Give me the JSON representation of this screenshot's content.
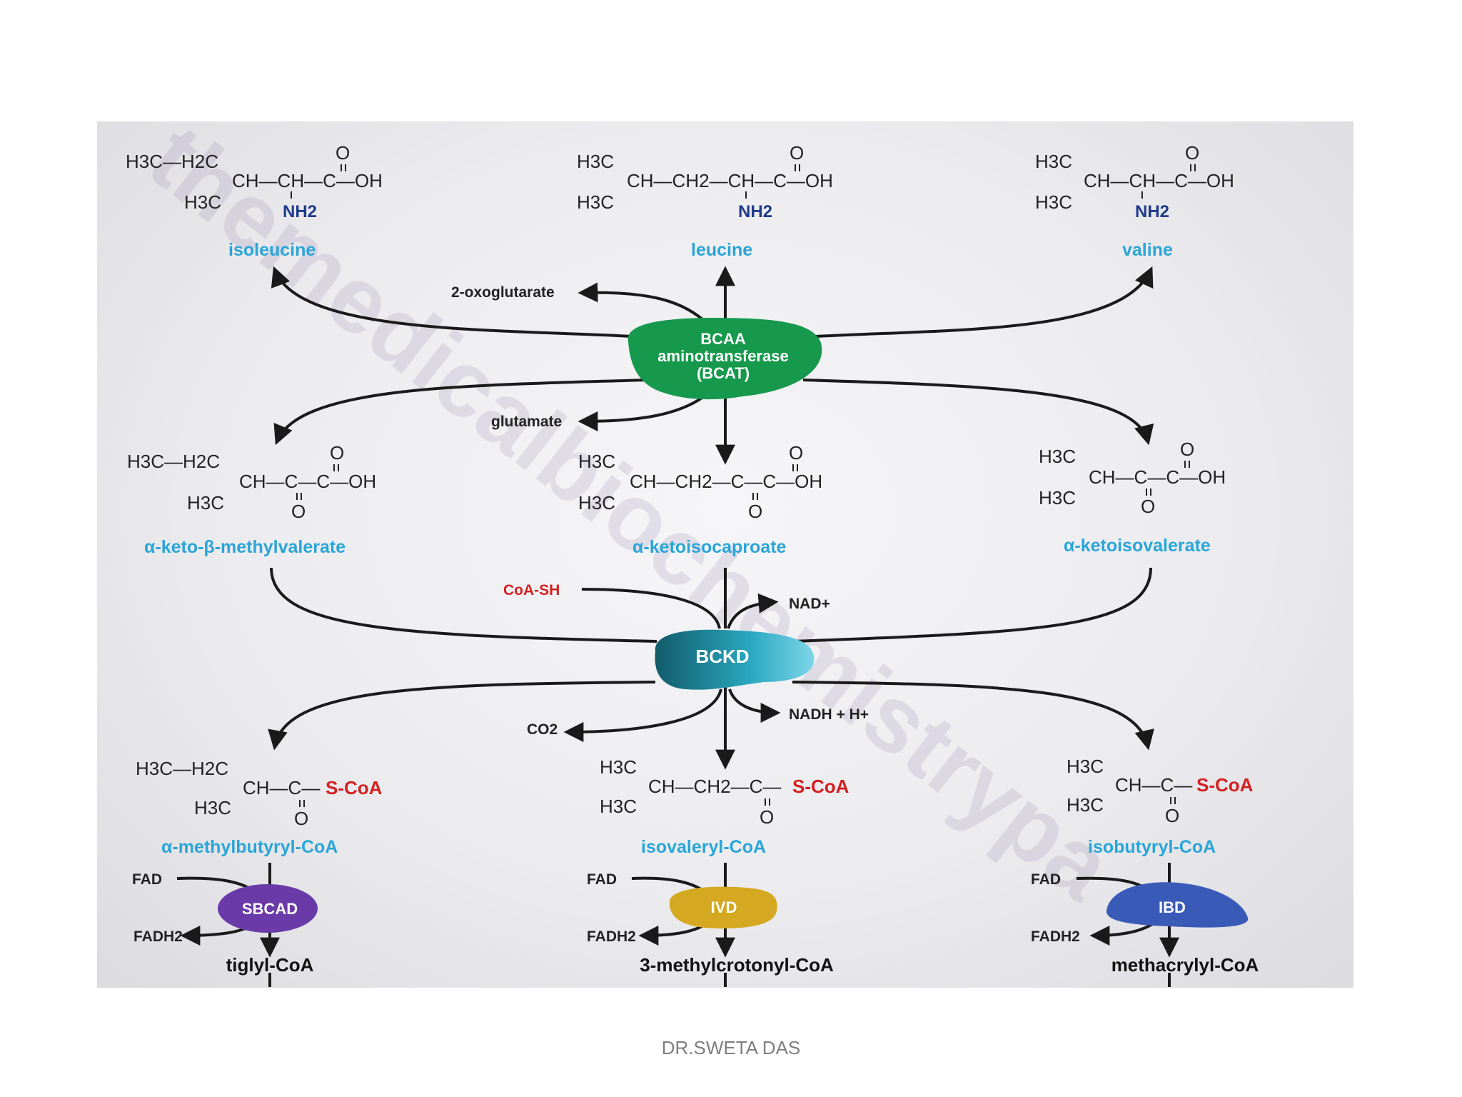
{
  "watermark": "themedicalbiochemistrypa",
  "amino_acids": {
    "isoleucine": {
      "formula_top": "H3C—H2C",
      "formula_mid": "CH—CH—C—OH",
      "formula_bottom": "H3C",
      "amine": "NH2",
      "carbonyl_o": "O",
      "name": "isoleucine"
    },
    "leucine": {
      "formula_top": "H3C",
      "formula_mid": "CH—CH2—CH—C—OH",
      "formula_bottom": "H3C",
      "amine": "NH2",
      "carbonyl_o": "O",
      "name": "leucine"
    },
    "valine": {
      "formula_top": "H3C",
      "formula_mid": "CH—CH—C—OH",
      "formula_bottom": "H3C",
      "amine": "NH2",
      "carbonyl_o": "O",
      "name": "valine"
    }
  },
  "transamination": {
    "enzyme_line1": "BCAA",
    "enzyme_line2": "aminotransferase",
    "enzyme_line3": "(BCAT)",
    "cofactor_out": "2-oxoglutarate",
    "cofactor_in": "glutamate",
    "enzyme_color": "#1a9a4a"
  },
  "keto_acids": {
    "kmv": {
      "formula_top": "H3C—H2C",
      "formula_mid": "CH—C—C—OH",
      "formula_bottom": "H3C",
      "o_top": "O",
      "o_bottom": "O",
      "name": "α-keto-β-methylvalerate"
    },
    "kic": {
      "formula_top": "H3C",
      "formula_mid": "CH—CH2—C—C—OH",
      "formula_bottom": "H3C",
      "o_top": "O",
      "o_bottom": "O",
      "name": "α-ketoisocaproate"
    },
    "kiv": {
      "formula_top": "H3C",
      "formula_mid": "CH—C—C—OH",
      "formula_bottom": "H3C",
      "o_top": "O",
      "o_bottom": "O",
      "name": "α-ketoisovalerate"
    }
  },
  "decarboxylation": {
    "enzyme": "BCKD",
    "coa": "CoA-SH",
    "nad": "NAD+",
    "nadh": "NADH + H+",
    "co2": "CO2",
    "enzyme_color": "#2a9fb0"
  },
  "acyl_coas": {
    "mbcoa": {
      "formula_top": "H3C—H2C",
      "formula_mid": "CH—C—",
      "coa": "S-CoA",
      "formula_bottom": "H3C",
      "o_bottom": "O",
      "name": "α-methylbutyryl-CoA"
    },
    "ivcoa": {
      "formula_top": "H3C",
      "formula_mid": "CH—CH2—C—",
      "coa": "S-CoA",
      "formula_bottom": "H3C",
      "o_bottom": "O",
      "name": "isovaleryl-CoA"
    },
    "ibcoa": {
      "formula_top": "H3C",
      "formula_mid": "CH—C—",
      "coa": "S-CoA",
      "formula_bottom": "H3C",
      "o_bottom": "O",
      "name": "isobutyryl-CoA"
    }
  },
  "dehydrogenases": [
    {
      "enzyme": "SBCAD",
      "fad": "FAD",
      "fadh2": "FADH2",
      "product": "tiglyl-CoA",
      "color": "#6a3aa8"
    },
    {
      "enzyme": "IVD",
      "fad": "FAD",
      "fadh2": "FADH2",
      "product": "3-methylcrotonyl-CoA",
      "color": "#d4a820"
    },
    {
      "enzyme": "IBD",
      "fad": "FAD",
      "fadh2": "FADH2",
      "product": "methacrylyl-CoA",
      "color": "#3a5ab8"
    }
  ],
  "footer": "DR.SWETA DAS"
}
